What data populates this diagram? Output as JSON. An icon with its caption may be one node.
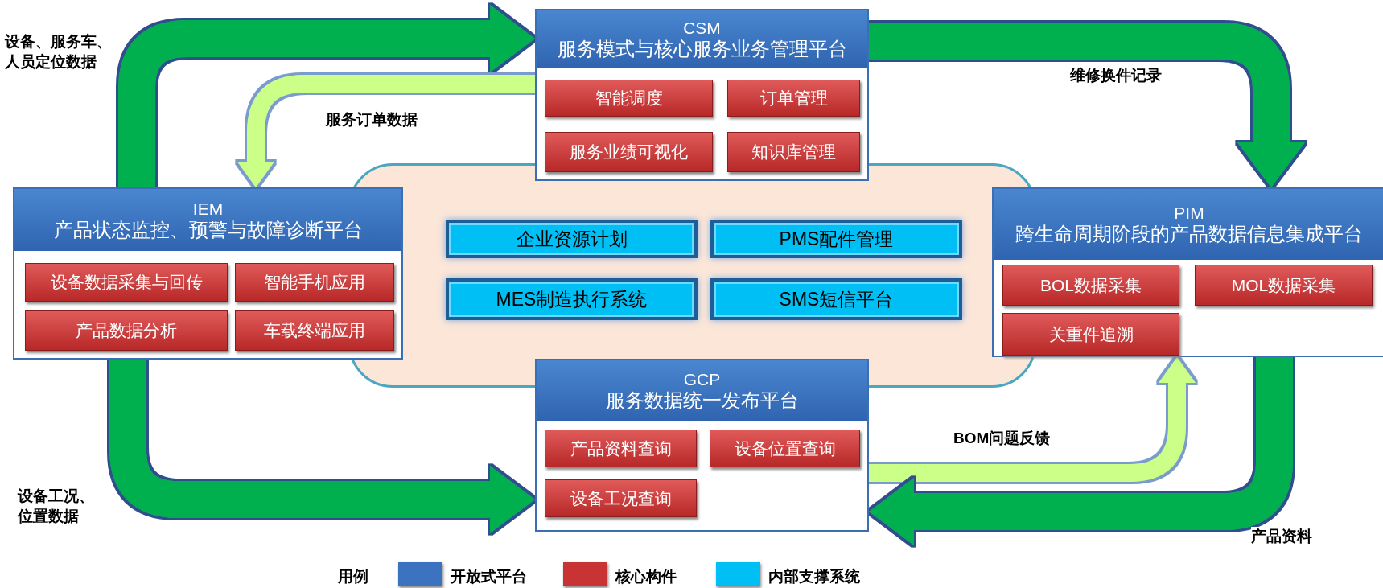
{
  "diagram": {
    "nodes": [
      {
        "text": [
          "CSM",
          "服务模式与核心服务业务管理平台"
        ]
      },
      {
        "text": [
          "智能调度"
        ],
        "in": 0
      },
      {
        "text": [
          "订单管理"
        ],
        "in": 0
      },
      {
        "text": [
          "服务业绩可视化"
        ],
        "in": 0
      },
      {
        "text": [
          "知识库管理"
        ],
        "in": 0
      },
      {
        "text": [
          "IEM",
          "产品状态监控、预警与故障诊断平台"
        ]
      },
      {
        "text": [
          "设备数据采集与回传"
        ],
        "in": 5
      },
      {
        "text": [
          "智能手机应用"
        ],
        "in": 5
      },
      {
        "text": [
          "产品数据分析"
        ],
        "in": 5
      },
      {
        "text": [
          "车载终端应用"
        ],
        "in": 5
      },
      {
        "text": [],
        "shape": "box"
      },
      {
        "text": [
          "企业资源计划"
        ],
        "in": 10
      },
      {
        "text": [
          "PMS配件管理"
        ],
        "in": 10
      },
      {
        "text": [
          "MES制造执行系统"
        ],
        "in": 10
      },
      {
        "text": [
          "SMS短信平台"
        ],
        "in": 10
      },
      {
        "text": [
          "PIM",
          "跨生命周期阶段的产品数据信息集成平台"
        ]
      },
      {
        "text": [
          "BOL数据采集"
        ],
        "in": 15
      },
      {
        "text": [
          "MOL数据采集"
        ],
        "in": 15
      },
      {
        "text": [
          "关重件追溯"
        ],
        "in": 15
      },
      {
        "text": [
          "GCP",
          "服务数据统一发布平台"
        ]
      },
      {
        "text": [
          "产品资料查询"
        ],
        "in": 19
      },
      {
        "text": [
          "设备位置查询"
        ],
        "in": 19
      },
      {
        "text": [
          "设备工况查询"
        ],
        "in": 19
      }
    ],
    "edges": [
      {
        "from": 5,
        "to": 0,
        "arrow": "to",
        "label": "设备、服务车、人员定位数据"
      },
      {
        "from": 0,
        "to": 5,
        "arrow": "to",
        "label": "服务订单数据",
        "color": "#ccff88"
      },
      {
        "from": 0,
        "to": 15,
        "arrow": "to",
        "label": "维修换件记录"
      },
      {
        "from": 5,
        "to": 19,
        "arrow": "to",
        "label": "设备工况、位置数据"
      },
      {
        "from": 19,
        "to": 15,
        "arrow": "to",
        "label": "BOM问题反馈",
        "color": "#ccff88"
      },
      {
        "from": 15,
        "to": 19,
        "arrow": "to",
        "label": "产品资料"
      }
    ],
    "labels": [
      "用例"
    ],
    "legend": [
      {
        "text": "开放式平台",
        "color": "#3b73c0"
      },
      {
        "text": "核心构件",
        "color": "#c83434"
      },
      {
        "text": "内部支撑系统",
        "color": "#00bff5"
      }
    ]
  }
}
